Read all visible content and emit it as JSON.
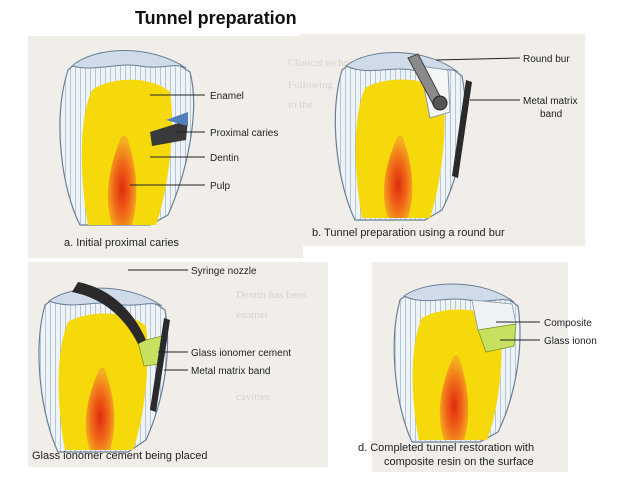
{
  "title": "Tunnel preparation",
  "panels": {
    "a": {
      "caption": "a. Initial proximal caries",
      "labels": {
        "enamel": "Enamel",
        "caries": "Proximal caries",
        "dentin": "Dentin",
        "pulp": "Pulp"
      }
    },
    "b": {
      "caption": "b. Tunnel preparation using a round bur",
      "labels": {
        "bur": "Round bur",
        "matrix_line1": "Metal matrix",
        "matrix_line2": "band"
      }
    },
    "c": {
      "caption": "Glass ionomer cement being placed",
      "labels": {
        "nozzle": "Syringe nozzle",
        "cement": "Glass ionomer cement",
        "matrix": "Metal matrix band"
      }
    },
    "d": {
      "caption_line1": "d. Completed tunnel restoration with",
      "caption_line2": "composite resin on the surface",
      "labels": {
        "composite": "Composite",
        "glass": "Glass ionon"
      }
    }
  },
  "colors": {
    "enamel_stripe": "#9ab4cc",
    "enamel_fill": "#dfe9f3",
    "dentin": "#f5d90a",
    "pulp_outer": "#f0a020",
    "pulp_inner": "#e02a10",
    "caries": "#3a3a3a",
    "nozzle": "#2a2a2a",
    "glass_ionomer": "#c8e060",
    "composite": "#eef2f6",
    "page_bg": "#f1eeea"
  }
}
